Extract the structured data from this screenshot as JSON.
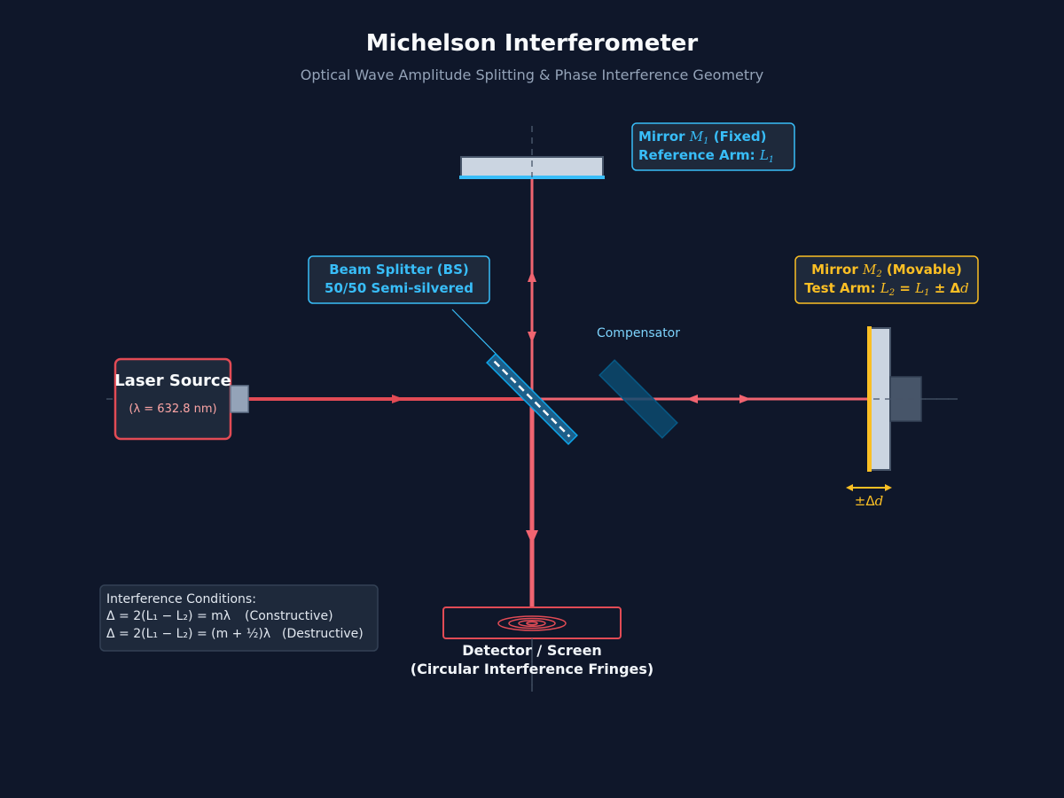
{
  "header": {
    "title": "Michelson Interferometer",
    "subtitle": "Optical Wave Amplitude Splitting & Phase Interference Geometry"
  },
  "laser": {
    "title": "Laser Source",
    "wavelength": "(λ = 632.8 nm)"
  },
  "beam_splitter": {
    "line1": "Beam Splitter (BS)",
    "line2": "50/50 Semi-silvered"
  },
  "mirror1": {
    "line1_prefix": "Mirror ",
    "line1_var": "M",
    "line1_sub": "1",
    "line1_suffix": " (Fixed)",
    "line2_prefix": "Reference Arm: ",
    "line2_var": "L",
    "line2_sub": "1"
  },
  "mirror2": {
    "line1_prefix": "Mirror ",
    "line1_var": "M",
    "line1_sub": "2",
    "line1_suffix": " (Movable)",
    "line2_prefix": "Test Arm: ",
    "line2_var_a": "L",
    "line2_sub_a": "2",
    "line2_eq": " = ",
    "line2_var_b": "L",
    "line2_sub_b": "1",
    "line2_pm": " ± Δ",
    "line2_var_c": "d",
    "travel_prefix": "±Δ",
    "travel_var": "d"
  },
  "compensator": {
    "label": "Compensator"
  },
  "detector": {
    "line1": "Detector / Screen",
    "line2": "(Circular Interference Fringes)"
  },
  "conditions": {
    "heading": "Interference Conditions:",
    "constructive": "Δ = 2(L₁ − L₂) = mλ",
    "constructive_tag": "(Constructive)",
    "destructive": "Δ = 2(L₁ − L₂) = (m + ½)λ",
    "destructive_tag": "(Destructive)"
  },
  "colors": {
    "background": "#0f172a",
    "beam": "#f06470",
    "laser_beam": "#e24b55",
    "mirror_fixed_accent": "#38bdf8",
    "mirror_movable_accent": "#fbbf24",
    "label_blue": "#38bdf8",
    "label_yellow": "#fbbf24"
  }
}
